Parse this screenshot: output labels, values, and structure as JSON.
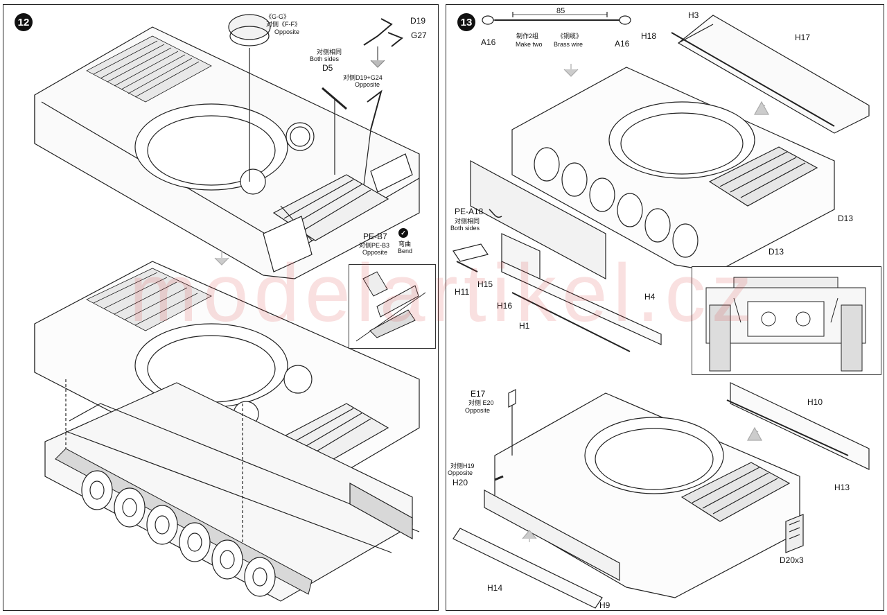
{
  "watermark": "modelartikel.cz",
  "steps": {
    "step12": "12",
    "step13": "13"
  },
  "step12_labels": {
    "gg": "《G-G》",
    "gg_opposite_cn": "对侧《F-F》",
    "gg_opposite": "Opposite",
    "d19": "D19",
    "g27": "G27",
    "both_sides_cn": "对侧相同",
    "both_sides": "Both sides",
    "d5": "D5",
    "d19g24_cn": "对侧D19+G24",
    "d19g24_opposite": "Opposite",
    "pe_b7": "PE-B7",
    "pe_b3": "对侧PE-B3",
    "pe_b3_opposite": "Opposite",
    "bend_cn": "弯曲",
    "bend": "Bend"
  },
  "step13_labels": {
    "wire_length": "85",
    "a16_left": "A16",
    "a16_right": "A16",
    "make_two_cn": "制作2组",
    "make_two": "Make two",
    "brass_wire_cn": "《铜缆》",
    "brass_wire": "Brass wire",
    "h3": "H3",
    "h18": "H18",
    "h17": "H17",
    "d13_a": "D13",
    "d13_b": "D13",
    "pe_a18": "PE-A18",
    "pe_a18_cn": "对侧相同",
    "pe_a18_both": "Both sides",
    "h11": "H11",
    "h15": "H15",
    "h16": "H16",
    "h1": "H1",
    "h4": "H4",
    "e17": "E17",
    "e20_cn": "对侧 E20",
    "e20_opposite": "Opposite",
    "h19_cn": "对侧H19",
    "h19_opposite": "Opposite",
    "h20": "H20",
    "h10": "H10",
    "h13": "H13",
    "d20x3": "D20x3",
    "h14": "H14",
    "h9": "H9"
  }
}
